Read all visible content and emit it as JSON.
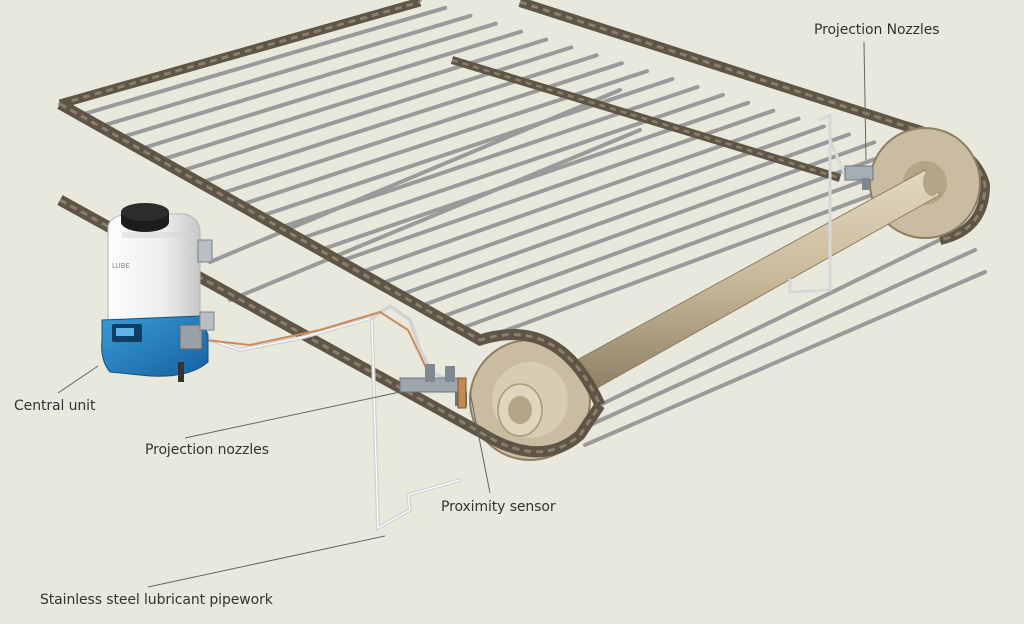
{
  "labels": {
    "projection_nozzles_top": "Projection Nozzles",
    "central_unit": "Central unit",
    "projection_nozzles": "Projection nozzles",
    "proximity_sensor": "Proximity sensor",
    "pipework": "Stainless steel lubricant pipework"
  },
  "colors": {
    "background": "#e9e8dd",
    "chain": "#5e5546",
    "rod": "#9a9a9a",
    "sprocket": "#c9bca0",
    "unit_blue": "#1f7fc6",
    "reservoir": "#f3f3f3",
    "pipe": "#d2d2d2",
    "lubricant_line": "#c98b5a",
    "leader_line": "#666666",
    "label_text": "#333333"
  }
}
